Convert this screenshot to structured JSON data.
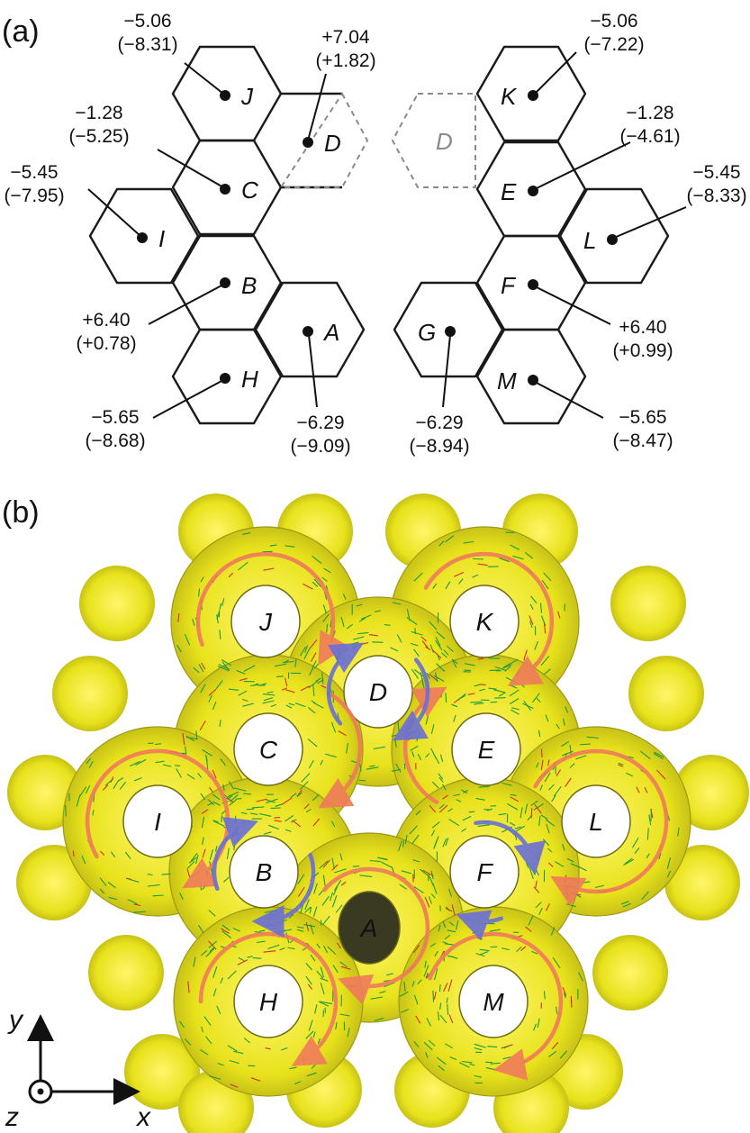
{
  "panel_a": {
    "label": "(a)",
    "left": [
      {
        "ring": "J",
        "v1": "−5.06",
        "v2": "(−8.31)"
      },
      {
        "ring": "D",
        "v1": "+7.04",
        "v2": "(+1.82)"
      },
      {
        "ring": "C",
        "v1": "−1.28",
        "v2": "(−5.25)"
      },
      {
        "ring": "I",
        "v1": "−5.45",
        "v2": "(−7.95)"
      },
      {
        "ring": "B",
        "v1": "+6.40",
        "v2": "(+0.78)"
      },
      {
        "ring": "A",
        "v1": "−6.29",
        "v2": "(−9.09)"
      },
      {
        "ring": "H",
        "v1": "−5.65",
        "v2": "(−8.68)"
      }
    ],
    "right": [
      {
        "ring": "K",
        "v1": "−5.06",
        "v2": "(−7.22)"
      },
      {
        "ring": "E",
        "v1": "−1.28",
        "v2": "(−4.61)"
      },
      {
        "ring": "L",
        "v1": "−5.45",
        "v2": "(−8.33)"
      },
      {
        "ring": "F",
        "v1": "+6.40",
        "v2": "(+0.99)"
      },
      {
        "ring": "G",
        "v1": "−6.29",
        "v2": "(−8.94)"
      },
      {
        "ring": "M",
        "v1": "−5.65",
        "v2": "(−8.47)"
      }
    ],
    "ghost_ring": "D"
  },
  "panel_b": {
    "label": "(b)",
    "rings": [
      "J",
      "K",
      "D",
      "C",
      "E",
      "I",
      "L",
      "B",
      "F",
      "A",
      "H",
      "M"
    ],
    "colors": {
      "surface": "#e8e21c",
      "surface_edge": "#9c9a14",
      "diatropic": "#f07a5a",
      "paratropic": "#6a6fd6",
      "vector_green": "#1f9a3a",
      "vector_red": "#d0302a"
    }
  },
  "axes": {
    "x": "x",
    "y": "y",
    "z": "z"
  }
}
